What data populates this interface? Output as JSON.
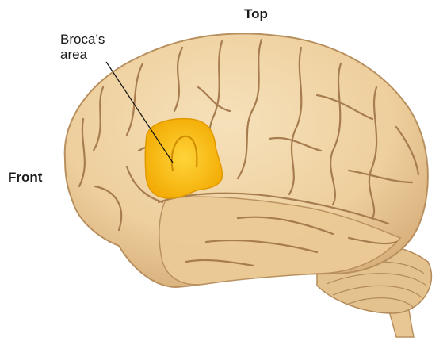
{
  "labels": {
    "top": "Top",
    "front": "Front",
    "broca_line1": "Broca’s",
    "broca_line2": "area"
  },
  "colors": {
    "background": "#ffffff",
    "brain_fill": "#eecf9d",
    "brain_shadow": "#c9a071",
    "sulcus": "#a77d4f",
    "broca_highlight": "#f7b70c",
    "leader_line": "#111111",
    "label_text": "#1a1a1a"
  }
}
